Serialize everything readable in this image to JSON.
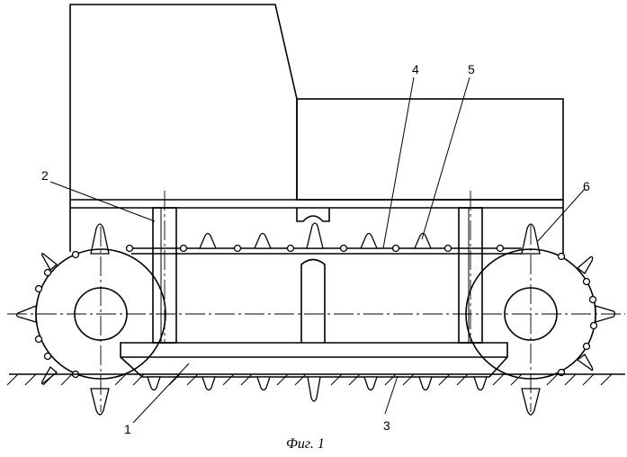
{
  "figure": {
    "caption": "Фиг. 1",
    "labels": {
      "frame": "1",
      "rack": "2",
      "ground": "3",
      "chain": "4",
      "spike": "5",
      "wheel": "6"
    }
  },
  "colors": {
    "line": "#000000",
    "background": "#ffffff"
  }
}
